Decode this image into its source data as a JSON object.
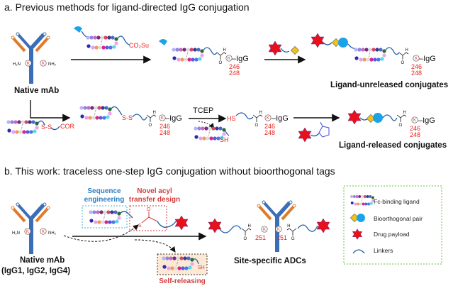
{
  "panel_a": {
    "title": "a. Previous methods for ligand-directed IgG conjugation",
    "native_mab": "Native mAb",
    "h2n": "H₂N",
    "nh2": "NH₂",
    "lys": "K",
    "co2su": "CO₂Su",
    "igg": "–IgG",
    "site1": "246",
    "site2": "248",
    "unreleased_label": "Ligand-unreleased conjugates",
    "released_label": "Ligand-released conjugates",
    "ss": "S-S",
    "cor": "COR",
    "tcep": "TCEP",
    "hs": "HS",
    "sh": "SH",
    "n_h": "H",
    "n": "N",
    "o": "O"
  },
  "panel_b": {
    "title": "b. This work: traceless one-step IgG conjugation without bioorthogonal tags",
    "native_mab": "Native mAb",
    "isotypes": "(IgG1, IgG2, IgG4)",
    "seq_eng_1": "Sequence",
    "seq_eng_2": "engineering",
    "acyl_1": "Novel acyl",
    "acyl_2": "transfer design",
    "s": "S",
    "o": "O",
    "sh": "SH",
    "self_releasing": "Self-releasing",
    "adc_label": "Site-specific ADCs",
    "site": "251",
    "lys": "K"
  },
  "legend": {
    "items": [
      {
        "icon": "fc-binding-ligand-icon",
        "label": "Fc-binding ligand"
      },
      {
        "icon": "bioorthogonal-pair-icon",
        "label": "Bioorthogonal pair"
      },
      {
        "icon": "drug-payload-icon",
        "label": "Drug payload"
      },
      {
        "icon": "linker-icon",
        "label": "Linkers"
      }
    ]
  },
  "colors": {
    "antibody_heavy": "#3a6fb8",
    "antibody_light": "#e07b2a",
    "drug": "#e8101a",
    "linker": "#1f5fa8",
    "label_red": "#e8251e",
    "seq_blue": "#2f7fc0",
    "acyl_red": "#d43a3a",
    "legend_border": "#5cc83a",
    "diamond": "#f2c21a",
    "circle": "#1aa3e8"
  }
}
